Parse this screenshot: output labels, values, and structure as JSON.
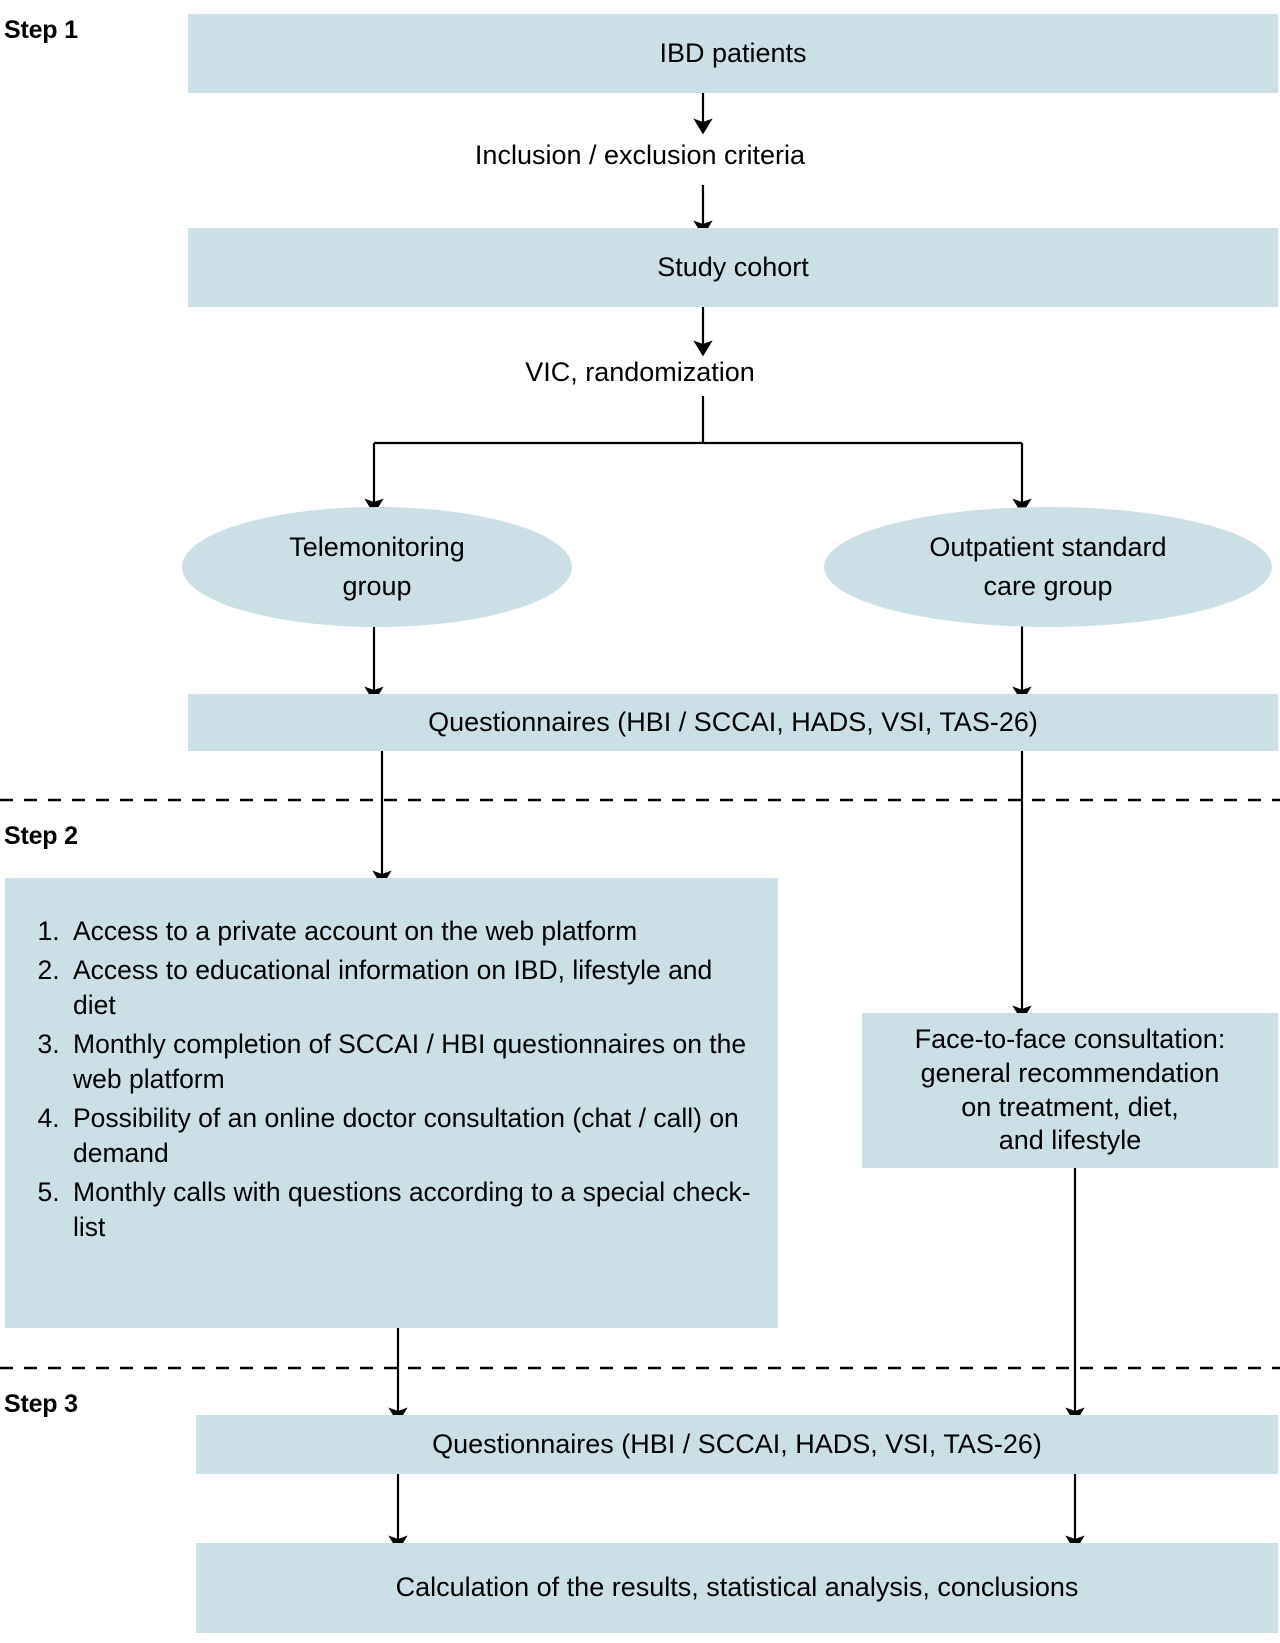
{
  "figure": {
    "type": "flowchart",
    "background_color": "#ffffff",
    "node_fill_color": "#cbdfe6",
    "line_color": "#000000"
  },
  "steps": [
    {
      "id": "step1",
      "label": "Step 1"
    },
    {
      "id": "step2",
      "label": "Step 2"
    },
    {
      "id": "step3",
      "label": "Step 3"
    }
  ],
  "nodes": {
    "ibd_patients": {
      "shape": "rect",
      "label": "IBD patients"
    },
    "study_cohort": {
      "shape": "rect",
      "label": "Study cohort"
    },
    "telemonitoring_group": {
      "shape": "ellipse",
      "line1": "Telemonitoring",
      "line2": "group"
    },
    "outpatient_group": {
      "shape": "ellipse",
      "line1": "Outpatient standard",
      "line2": "care group"
    },
    "questionnaires_step1": {
      "shape": "rect",
      "label": "Questionnaires  (HBI / SCCAI, HADS, VSI, TAS-26)"
    },
    "telemonitoring_actions": {
      "shape": "rect",
      "items": [
        "Access to a private account on the web platform",
        "Access to educational information on IBD, lifestyle and diet",
        "Monthly completion of SCCAI / HBI questionnaires on the web platform",
        "Possibility of an online doctor consultation (chat / call) on demand",
        "Monthly calls with questions according to a special check-list"
      ]
    },
    "face_to_face": {
      "shape": "rect",
      "line1": "Face-to-face consultation:",
      "line2": "general recommendation",
      "line3": "on treatment, diet,",
      "line4": "and lifestyle"
    },
    "questionnaires_step3": {
      "shape": "rect",
      "label": "Questionnaires (HBI / SCCAI, HADS, VSI, TAS-26)"
    },
    "calculation": {
      "shape": "rect",
      "label": "Calculation of the results, statistical analysis, conclusions"
    }
  },
  "edge_labels": {
    "inclusion_exclusion": "Inclusion / exclusion criteria",
    "vic_randomization": "VIC, randomization"
  },
  "separators": [
    {
      "id": "step1-step2-divider",
      "style": "dashed"
    },
    {
      "id": "step2-step3-divider",
      "style": "dashed"
    }
  ]
}
